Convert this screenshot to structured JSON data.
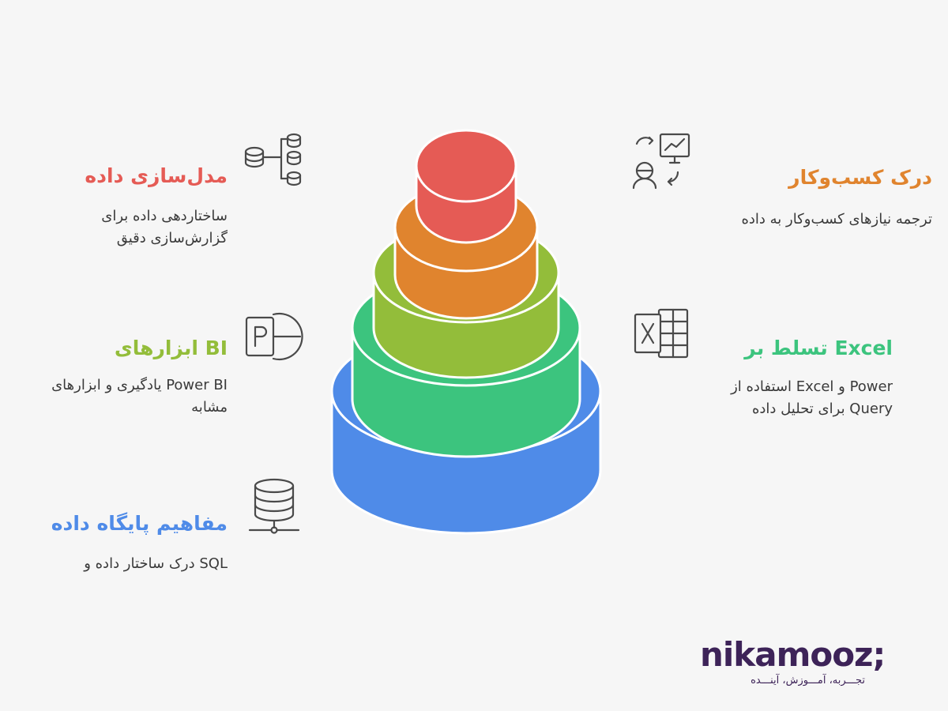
{
  "items": [
    {
      "title": "مدل‌سازی داده",
      "description": "ساختاردهی داده برای گزارش‌سازی دقیق",
      "color": "#e55b55",
      "icon": "data-model-icon"
    },
    {
      "title": "BI ابزارهای",
      "description": "Power BI یادگیری و ابزارهای مشابه",
      "color": "#93bd3a",
      "icon": "presentation-pie-icon"
    },
    {
      "title": "مفاهیم پایگاه داده",
      "description": "SQL درک ساختار داده و",
      "color": "#4f8be8",
      "icon": "database-network-icon"
    },
    {
      "title": "درک کسب‌وکار",
      "description": "ترجمه نیازهای کسب‌وکار به داده",
      "color": "#e0842e",
      "icon": "business-analysis-icon"
    },
    {
      "title": "Excel تسلط بر",
      "description": "Power و Excel استفاده از Query برای تحلیل داده",
      "color": "#3cc47e",
      "icon": "excel-icon"
    }
  ],
  "tiers": [
    {
      "level": "top",
      "color": "#e55b55"
    },
    {
      "level": "second",
      "color": "#e0842e"
    },
    {
      "level": "third",
      "color": "#93bd3a"
    },
    {
      "level": "fourth",
      "color": "#3cc47e"
    },
    {
      "level": "base",
      "color": "#4f8be8"
    }
  ],
  "logo": {
    "wordmark": "nikamooz;",
    "tagline": "تجـــربه، آمـــوزش، آینـــده"
  }
}
